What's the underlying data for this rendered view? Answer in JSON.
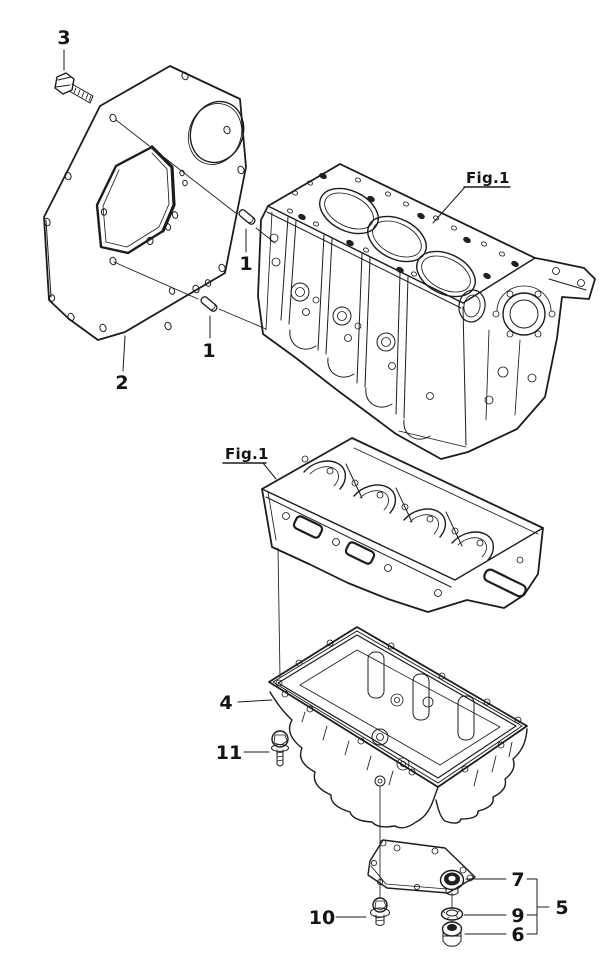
{
  "figure": {
    "type": "exploded-parts-diagram",
    "background": "#ffffff",
    "line_color": "#1c1c1c",
    "fig_top": "Fig.1",
    "fig_mid": "Fig.1",
    "callouts": {
      "c1a": "1",
      "c1b": "1",
      "c2": "2",
      "c3": "3",
      "c4": "4",
      "c5": "5",
      "c6": "6",
      "c7": "7",
      "c9": "9",
      "c10": "10",
      "c11": "11"
    },
    "parts": [
      {
        "callout": "1",
        "shape": "dowel-pin",
        "count_shown": 2
      },
      {
        "callout": "2",
        "shape": "flywheel-housing-plate"
      },
      {
        "callout": "3",
        "shape": "hex-bolt"
      },
      {
        "callout": "4",
        "shape": "oil-pan"
      },
      {
        "callout": "5",
        "shape": "plug-washer-group-bracket"
      },
      {
        "callout": "6",
        "shape": "hex-plug"
      },
      {
        "callout": "7",
        "shape": "cover-plate-boss"
      },
      {
        "callout": "9",
        "shape": "washer"
      },
      {
        "callout": "10",
        "shape": "flange-bolt-short"
      },
      {
        "callout": "11",
        "shape": "flange-bolt-long"
      },
      {
        "callout": "Fig.1",
        "shape": "cylinder-block-reference"
      },
      {
        "callout": "Fig.1",
        "shape": "bedplate-reference"
      }
    ]
  }
}
